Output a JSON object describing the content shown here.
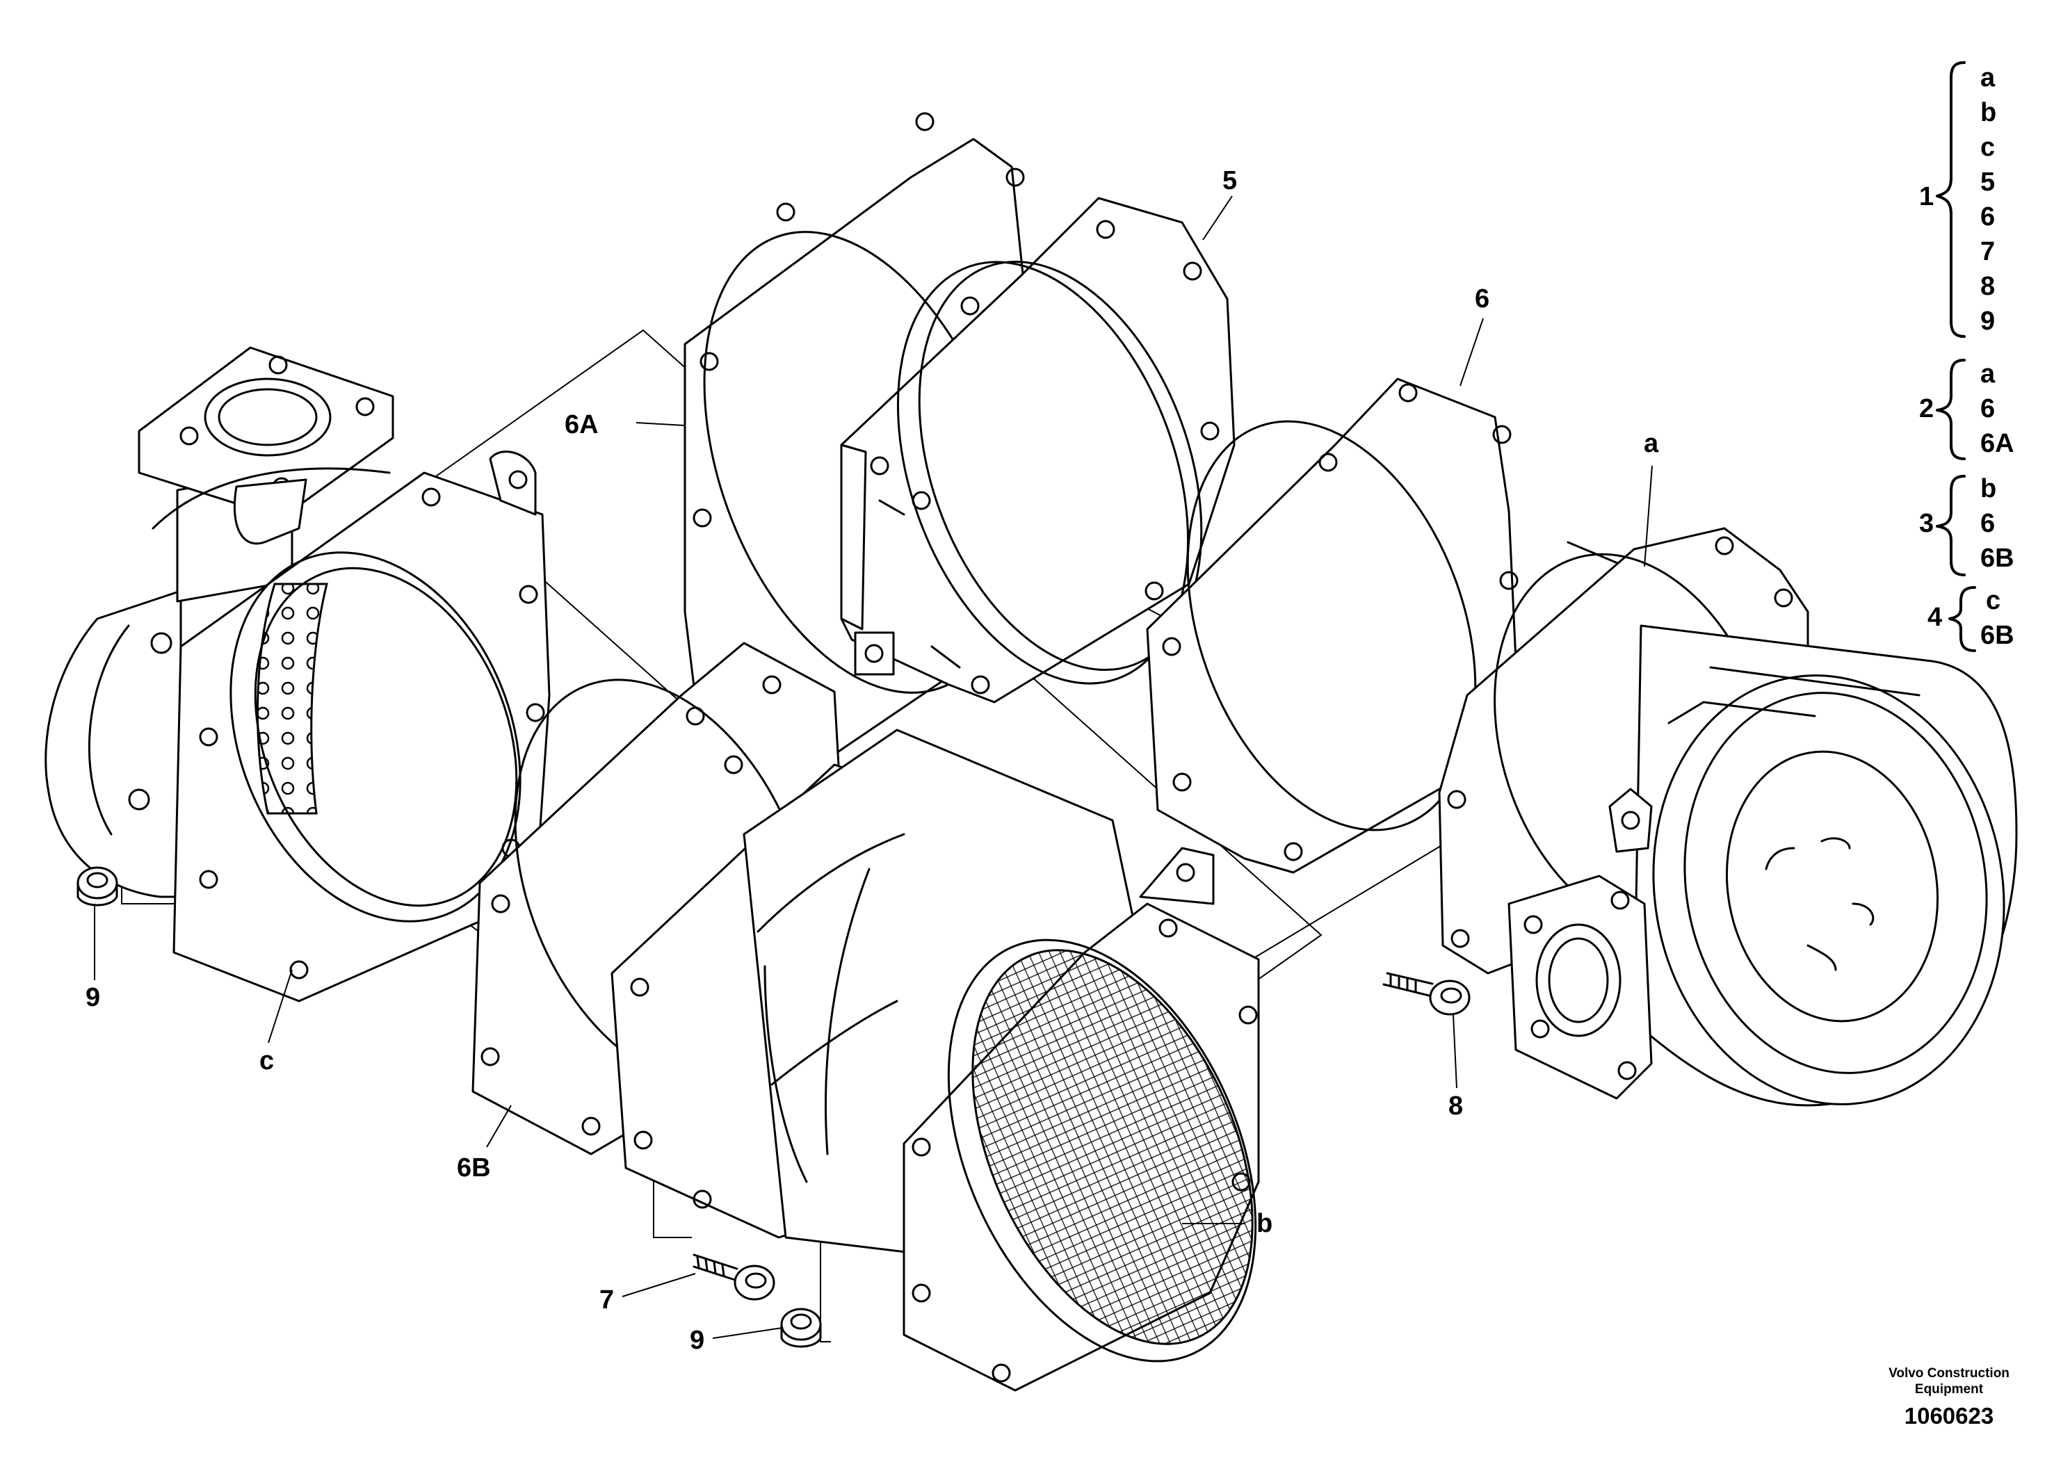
{
  "callouts": {
    "c_6A": "6A",
    "c_5": "5",
    "c_6_top": "6",
    "c_a": "a",
    "c_9_left": "9",
    "c_c": "c",
    "c_6B": "6B",
    "c_8": "8",
    "c_b": "b",
    "c_7": "7",
    "c_9_bottom": "9"
  },
  "legend": {
    "groups": [
      {
        "number": "1",
        "items": [
          "a",
          "b",
          "c",
          "5",
          "6",
          "7",
          "8",
          "9"
        ]
      },
      {
        "number": "2",
        "items": [
          "a",
          "6",
          "6A"
        ]
      },
      {
        "number": "3",
        "items": [
          "b",
          "6",
          "6B"
        ]
      },
      {
        "number": "4",
        "items": [
          "c",
          "6B"
        ]
      }
    ]
  },
  "footer": {
    "company_line1": "Volvo Construction",
    "company_line2": "Equipment",
    "drawing_number": "1060623"
  }
}
